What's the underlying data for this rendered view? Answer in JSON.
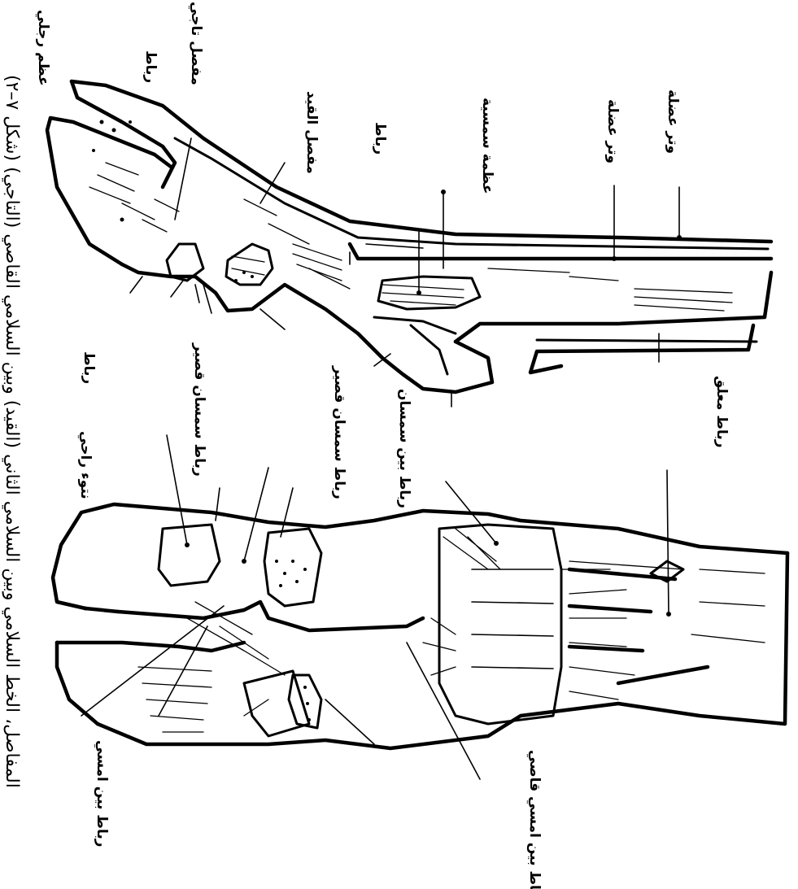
{
  "caption": "(شكل ٧–٢) المفاصل، الخط السلامي وبين السلامي الثاني (القيد) وبين السلامي القاصي (التاجي)",
  "labels": {
    "tendon_1": "وتر عضلة",
    "tendon_2": "وتر عضلة",
    "sesamoid": "عظمة سمسية",
    "ligament_top": "رباط",
    "fetlock_joint": "مفصل القيد",
    "ligament_upper": "رباط",
    "coffin_joint": "مفصل تاجي",
    "coffin_bone": "عظم رجلي",
    "suspensory": "رباط معلق",
    "sesamoid_lig_1": "رباط بين سمسان",
    "sesamoid_lig_2": "رباط سمسان قصير",
    "short_lig": "رباط سمسان قصير",
    "ligament_mid": "رباط",
    "distal_plate": "نتوء راحي",
    "palmar_lig_1": "رباط بين امسي قاصي",
    "palmar_lig_2": "رباط بين امسي"
  }
}
